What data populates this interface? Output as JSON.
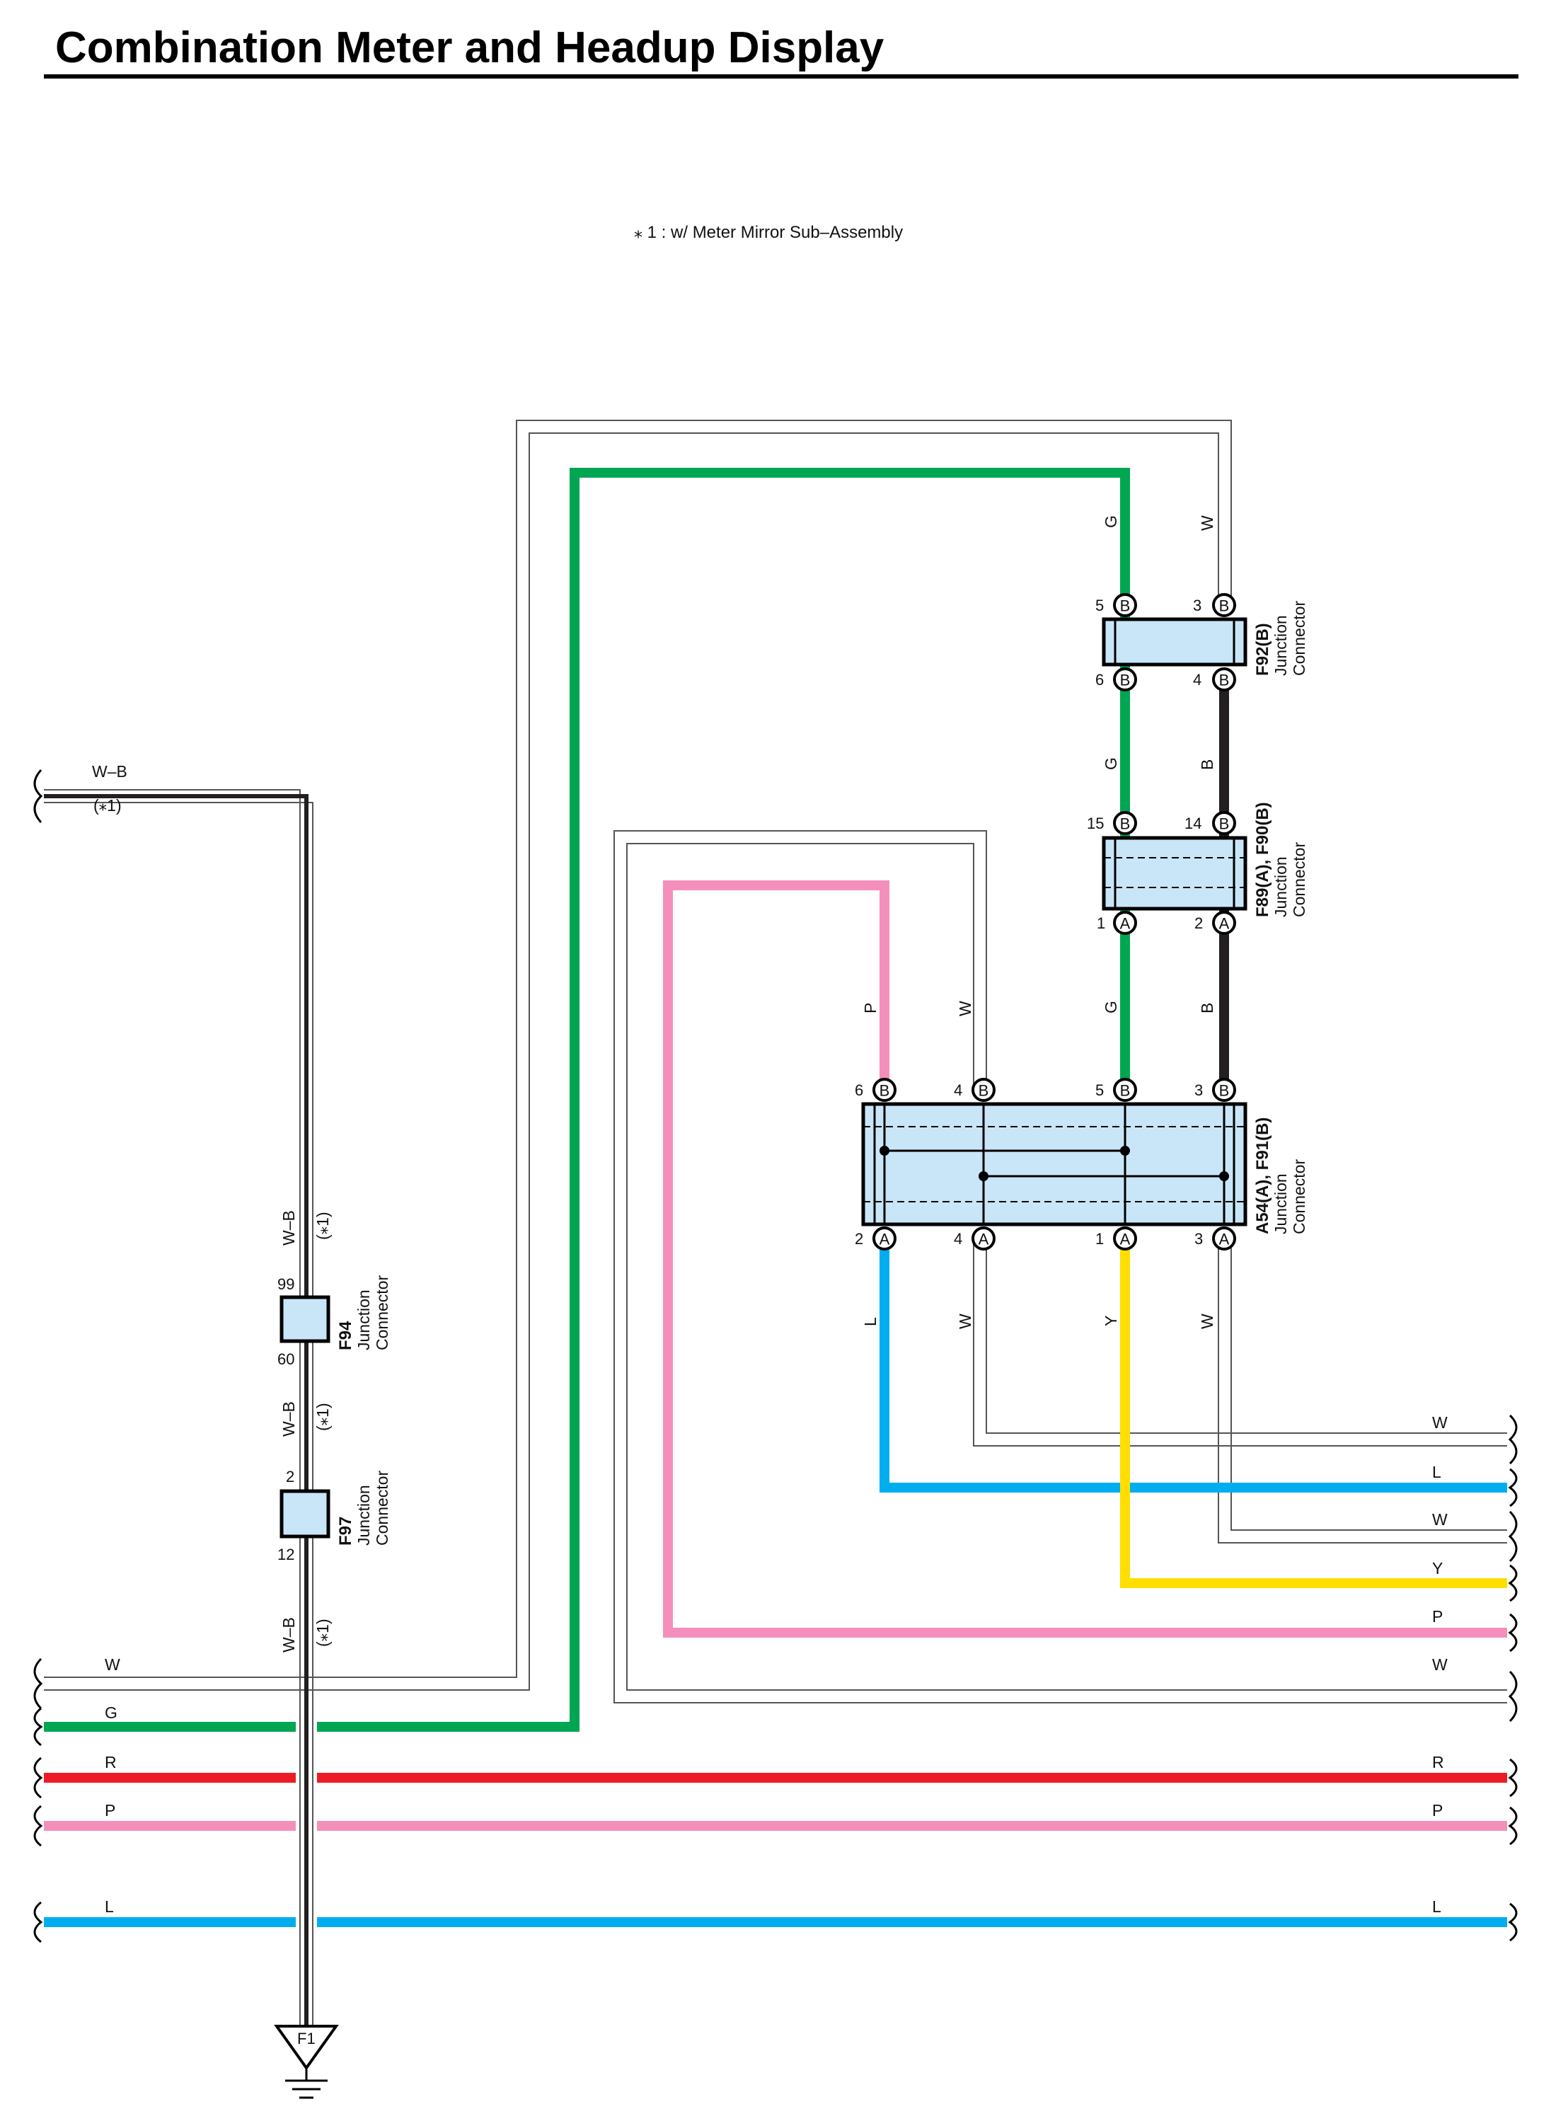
{
  "title": "Combination Meter and Headup Display",
  "note": "⁎ 1 : w/ Meter Mirror Sub–Assembly",
  "colors": {
    "W": "#ffffff",
    "G": "#00a651",
    "R": "#ed1c24",
    "P": "#f48fbc",
    "L": "#00aeef",
    "Y": "#ffde00",
    "B": "#231f20",
    "WB": "#231f20",
    "connector_fill": "#c9e6f8"
  },
  "wire_labels": {
    "left_wb": "W–B",
    "left_wb_note": "(⁎1)",
    "left_w": "W",
    "left_g": "G",
    "left_r": "R",
    "left_p": "P",
    "left_l": "L",
    "right_w1": "W",
    "right_l1": "L",
    "right_w2": "W",
    "right_y": "Y",
    "right_p1": "P",
    "right_w3": "W",
    "right_r": "R",
    "right_p2": "P",
    "right_l2": "L",
    "vertical_wb": "W–B",
    "vertical_wb_note": "(⁎1)",
    "g_top": "G",
    "w_top": "W",
    "g_mid": "G",
    "b_mid": "B",
    "p_low": "P",
    "w_low": "W",
    "g_low": "G",
    "b_low": "B",
    "l_bottom": "L",
    "w_bottom1": "W",
    "y_bottom": "Y",
    "w_bottom2": "W"
  },
  "connectors": {
    "f92": {
      "name": "F92(B)",
      "type_line1": "Junction",
      "type_line2": "Connector",
      "pins": {
        "top_left": "5",
        "top_right": "3",
        "bottom_left": "6",
        "bottom_right": "4"
      },
      "letter": "B"
    },
    "f89": {
      "name": "F89(A), F90(B)",
      "type_line1": "Junction",
      "type_line2": "Connector",
      "pins": {
        "top_left": "15",
        "top_right": "14",
        "bottom_left": "1",
        "bottom_right": "2"
      },
      "letter_top": "B",
      "letter_bottom": "A"
    },
    "a54": {
      "name": "A54(A), F91(B)",
      "type_line1": "Junction",
      "type_line2": "Connector",
      "pins_top": [
        "6",
        "4",
        "5",
        "3"
      ],
      "pins_bottom": [
        "2",
        "4",
        "1",
        "3"
      ],
      "letter_top": "B",
      "letter_bottom": "A"
    },
    "f94": {
      "name": "F94",
      "type_line1": "Junction",
      "type_line2": "Connector",
      "pin_top": "99",
      "pin_bottom": "60"
    },
    "f97": {
      "name": "F97",
      "type_line1": "Junction",
      "type_line2": "Connector",
      "pin_top": "2",
      "pin_bottom": "12"
    }
  },
  "ground": {
    "name": "F1"
  }
}
